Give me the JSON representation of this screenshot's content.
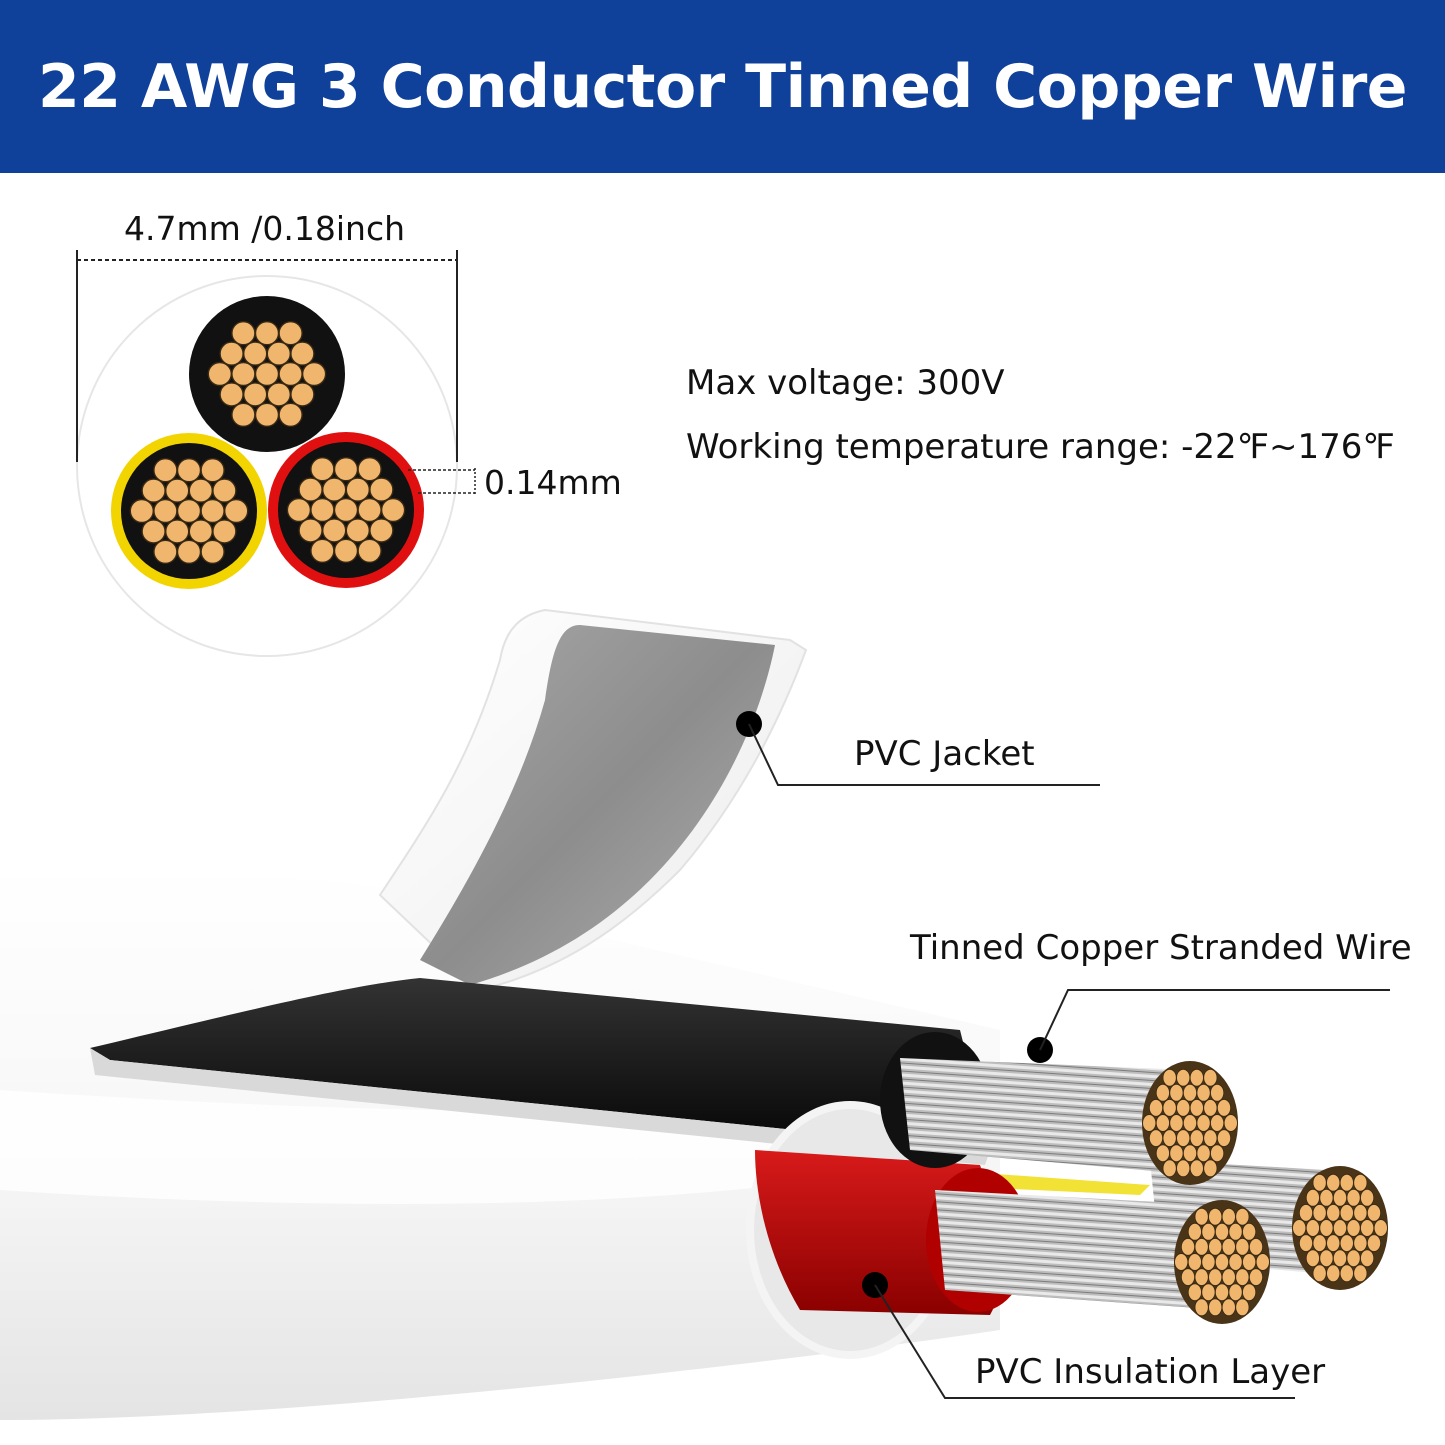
{
  "header": {
    "title": "22 AWG 3 Conductor Tinned Copper Wire",
    "background_color": "#10419a",
    "text_color": "#ffffff"
  },
  "cross_section": {
    "diameter_label": "4.7mm /0.18inch",
    "insulation_thickness_label": "0.14mm",
    "conductor_colors": [
      "#111111",
      "#f2d400",
      "#e01010"
    ],
    "strand_color": "#f0b66e"
  },
  "specs": {
    "voltage": "Max voltage: 300V",
    "temperature": "Working temperature range: -22℉~176℉"
  },
  "callouts": {
    "jacket": "PVC Jacket",
    "stranded_wire": "Tinned Copper Stranded Wire",
    "insulation": "PVC Insulation Layer"
  }
}
